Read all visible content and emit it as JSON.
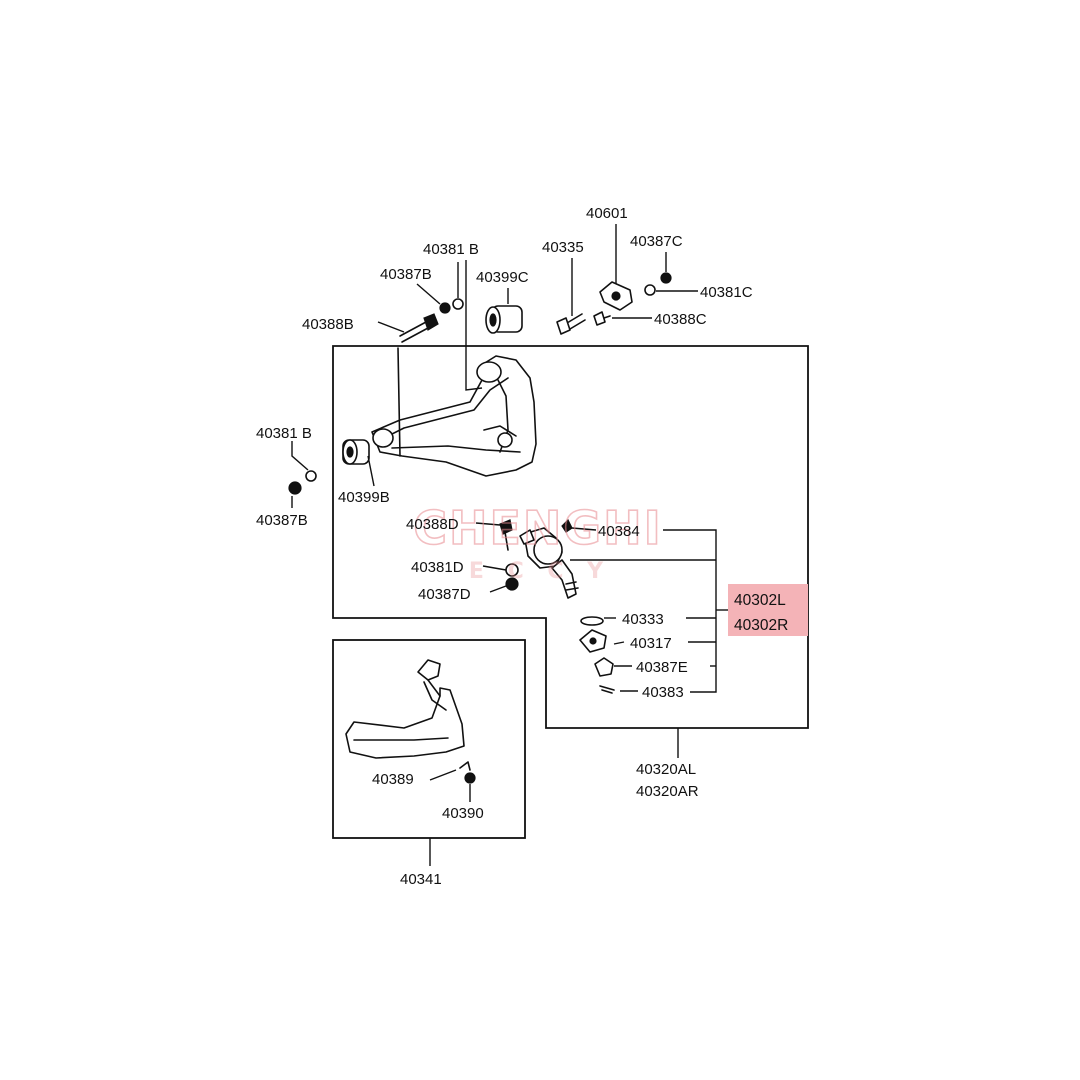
{
  "diagram": {
    "labels": {
      "p40601": "40601",
      "p40387C": "40387C",
      "p40381C": "40381C",
      "p40388C": "40388C",
      "p40335": "40335",
      "p40381B_top": "40381 B",
      "p40387B_top": "40387B",
      "p40399C": "40399C",
      "p40388B": "40388B",
      "p40381B_left": "40381 B",
      "p40387B_left": "40387B",
      "p40399B": "40399B",
      "p40388D": "40388D",
      "p40384": "40384",
      "p40381D": "40381D",
      "p40387D": "40387D",
      "p40333": "40333",
      "p40317": "40317",
      "p40387E": "40387E",
      "p40383": "40383",
      "p40302L": "40302L",
      "p40302R": "40302R",
      "p40320AL": "40320AL",
      "p40320AR": "40320AR",
      "p40389": "40389",
      "p40390": "40390",
      "p40341": "40341"
    },
    "watermark": {
      "main": "CHENGHI",
      "sub": "E  C  C  Y"
    },
    "colors": {
      "highlight": "#f4b3b7",
      "watermark": "#e88a8f",
      "ink": "#111111"
    }
  }
}
